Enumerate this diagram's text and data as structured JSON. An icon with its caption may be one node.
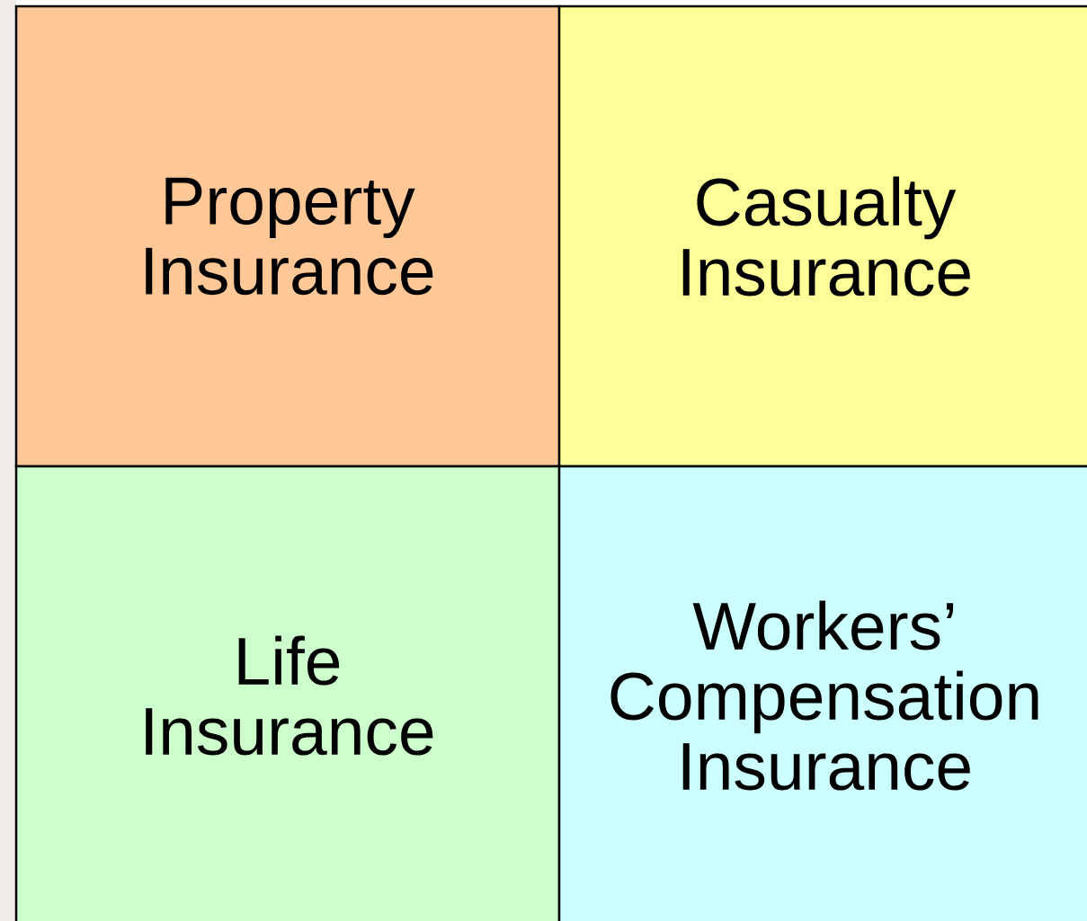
{
  "diagram": {
    "nodes": [
      {
        "text": [
          "Property Insurance"
        ]
      },
      {
        "text": [
          "Casualty Insurance"
        ]
      },
      {
        "text": [
          "Life Insurance"
        ]
      },
      {
        "text": [
          "Workers’ Compensation Insurance"
        ]
      }
    ]
  }
}
